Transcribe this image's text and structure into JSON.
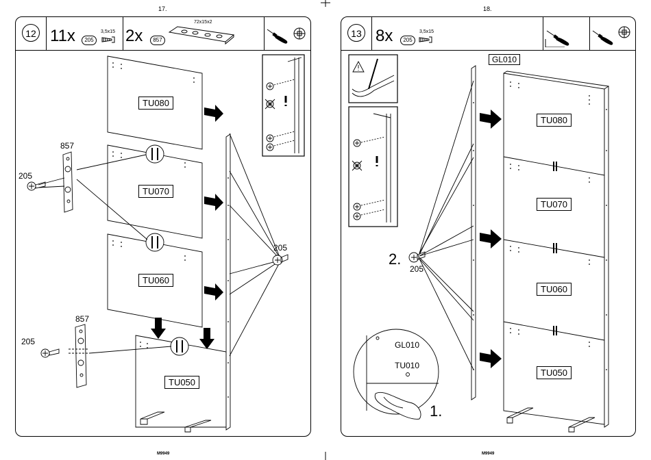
{
  "left_page": {
    "page_number": "17.",
    "footer": "M9949",
    "step": "12",
    "items": [
      {
        "qty": "11x",
        "part": "205",
        "size": "3,5x15"
      },
      {
        "qty": "2x",
        "part": "857",
        "size": "72x15x2"
      }
    ],
    "tools": [
      "screwdriver-icon",
      "crosshead-icon"
    ],
    "panels": [
      "TU080",
      "TU070",
      "TU060",
      "TU050"
    ],
    "callouts": {
      "plate_top": "857",
      "screw_top": "205",
      "screw_right": "205",
      "plate_bottom": "857",
      "screw_bottom": "205"
    }
  },
  "right_page": {
    "page_number": "18.",
    "footer": "M9949",
    "step": "13",
    "items": [
      {
        "qty": "8x",
        "part": "205",
        "size": "3,5x15"
      }
    ],
    "tools": [
      "screwdriver-icon",
      "screwdriver-crosshead-icon"
    ],
    "panels": [
      "TU080",
      "TU070",
      "TU060",
      "TU050"
    ],
    "side_panel_label": "GL010",
    "detail_labels": {
      "side": "GL010",
      "panel": "TU010"
    },
    "step_numbers": {
      "first": "1.",
      "second": "2."
    },
    "screw_label": "205"
  }
}
